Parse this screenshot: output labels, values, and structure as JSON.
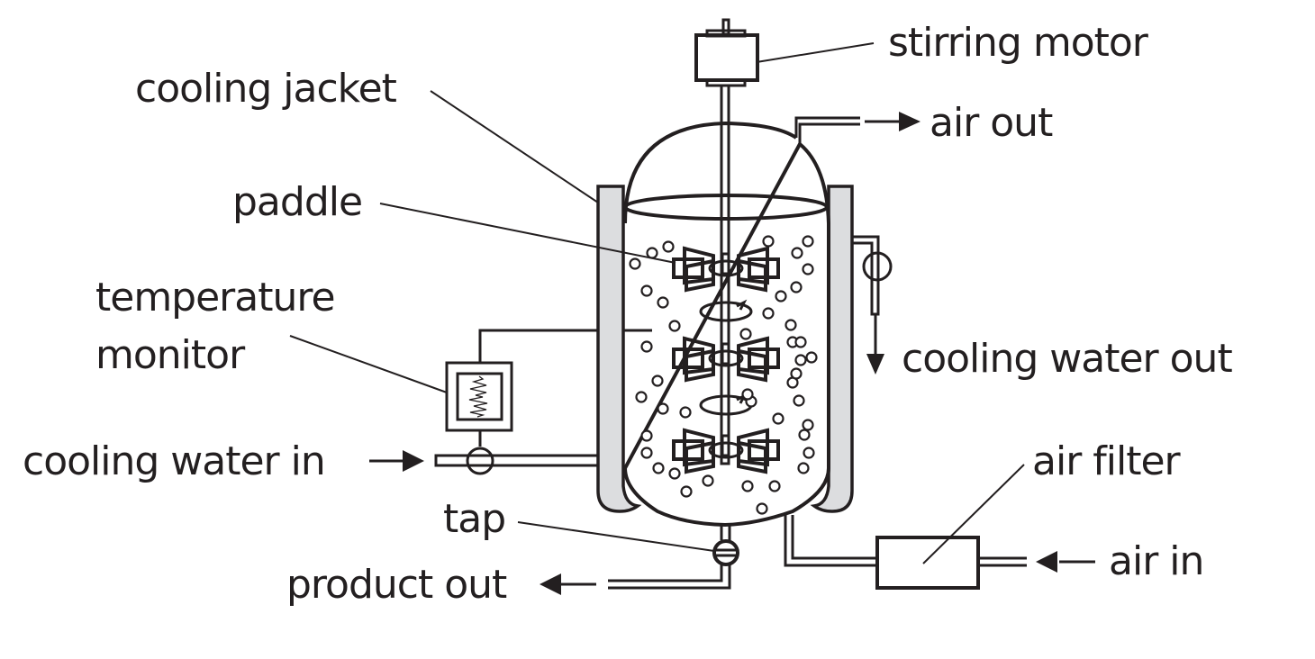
{
  "title": "Industrial fermenter",
  "colors": {
    "ink": "#231f20",
    "jacket_fill": "#dcdddf",
    "background": "#ffffff"
  },
  "labels": {
    "stirring_motor": "stirring motor",
    "cooling_jacket": "cooling jacket",
    "air_out": "air out",
    "paddle": "paddle",
    "temperature_monitor_line1": "temperature",
    "temperature_monitor_line2": "monitor",
    "cooling_water_out": "cooling water out",
    "cooling_water_in": "cooling water in",
    "air_filter": "air filter",
    "tap": "tap",
    "air_in": "air in",
    "product_out": "product out"
  },
  "components": [
    {
      "id": "stirring-motor",
      "label": "stirring motor"
    },
    {
      "id": "cooling-jacket",
      "label": "cooling jacket"
    },
    {
      "id": "paddle",
      "label": "paddle",
      "count": 3
    },
    {
      "id": "temperature-monitor",
      "label": "temperature monitor"
    },
    {
      "id": "air-filter",
      "label": "air filter"
    },
    {
      "id": "tap",
      "label": "tap"
    }
  ],
  "flows": [
    {
      "label": "air out",
      "direction": "out"
    },
    {
      "label": "cooling water out",
      "direction": "out"
    },
    {
      "label": "cooling water in",
      "direction": "in"
    },
    {
      "label": "air in",
      "direction": "in"
    },
    {
      "label": "product out",
      "direction": "out"
    }
  ]
}
